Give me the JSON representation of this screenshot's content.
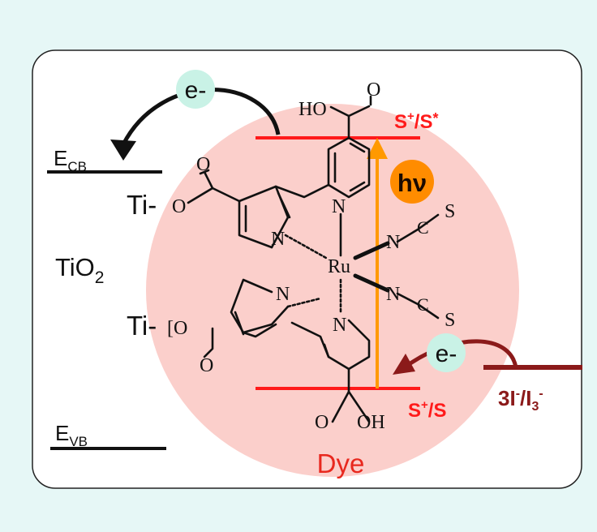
{
  "colors": {
    "background": "#e6f7f6",
    "panel": "#ffffff",
    "dye_disc": "#fbcfcb",
    "energy_level": "#ff1a1a",
    "excitation_arrow": "#ff9900",
    "photon_badge": "#ff8c00",
    "electron_badge": "#c9f2e6",
    "electrolyte": "#8b1a1a",
    "text_red": "#e8281e"
  },
  "labels": {
    "electron_top": "e-",
    "electron_bottom": "e-",
    "photon": "hν",
    "excited_state": {
      "base": "S",
      "sup1": "+",
      "mid": "/S",
      "sup2": "*"
    },
    "ground_state": {
      "base": "S",
      "sup1": "+",
      "mid": "/S"
    },
    "conduction_band": {
      "base": "E",
      "sub": "CB"
    },
    "valence_band": {
      "base": "E",
      "sub": "VB"
    },
    "semiconductor": {
      "base": "TiO",
      "sub": "2"
    },
    "anchor_top": "Ti-",
    "anchor_bottom": "Ti-",
    "electrolyte": {
      "a": "3I",
      "sup1": "-",
      "b": "/I",
      "sub": "3",
      "sup2": "-"
    },
    "dye": "Dye"
  },
  "molecule": {
    "metal": "Ru",
    "nitrogen": "N",
    "carbon": "C",
    "sulfur": "S",
    "oxygen": "O",
    "carboxyl_top": "HO",
    "carboxyl_bottom": "OH",
    "anchor_bracket": "[O"
  }
}
